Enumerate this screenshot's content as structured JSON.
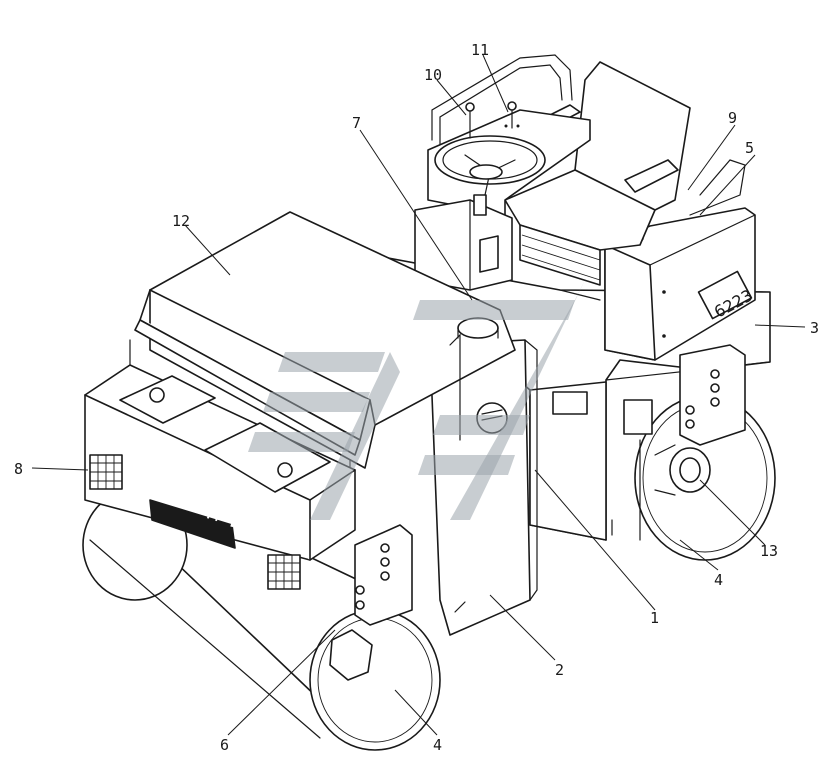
{
  "diagram": {
    "brand_text": "амкодор",
    "model_plate": "6223",
    "callouts": [
      {
        "id": "c1",
        "label": "1"
      },
      {
        "id": "c2",
        "label": "2"
      },
      {
        "id": "c3",
        "label": "3"
      },
      {
        "id": "c4a",
        "label": "4"
      },
      {
        "id": "c4b",
        "label": "4"
      },
      {
        "id": "c5",
        "label": "5"
      },
      {
        "id": "c6",
        "label": "6"
      },
      {
        "id": "c7",
        "label": "7"
      },
      {
        "id": "c8",
        "label": "8"
      },
      {
        "id": "c9",
        "label": "9"
      },
      {
        "id": "c10",
        "label": "10"
      },
      {
        "id": "c11",
        "label": "11"
      },
      {
        "id": "c12",
        "label": "12"
      },
      {
        "id": "c13",
        "label": "13"
      }
    ]
  },
  "colors": {
    "line": "#1a1a1a",
    "watermark": "#9aa4ac",
    "background": "#ffffff"
  }
}
